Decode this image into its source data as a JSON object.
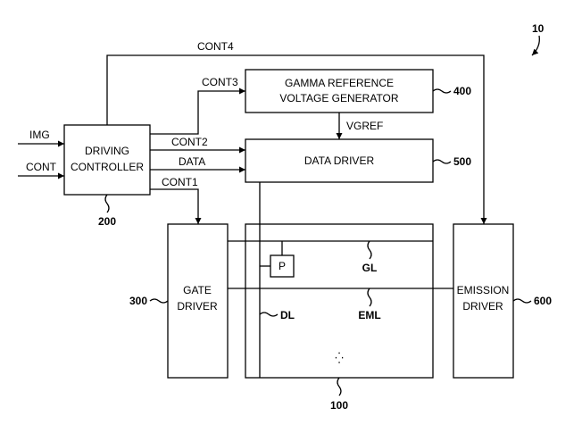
{
  "figure": {
    "ref": "10",
    "blocks": {
      "controller": {
        "lines": [
          "DRIVING",
          "CONTROLLER"
        ],
        "ref": "200"
      },
      "gamma": {
        "lines": [
          "GAMMA REFERENCE",
          "VOLTAGE GENERATOR"
        ],
        "ref": "400"
      },
      "data_driver": {
        "label": "DATA DRIVER",
        "ref": "500"
      },
      "gate_driver": {
        "lines": [
          "GATE",
          "DRIVER"
        ],
        "ref": "300"
      },
      "panel": {
        "ref": "100",
        "dots": "⁛"
      },
      "emission_driver": {
        "lines": [
          "EMISSION",
          "DRIVER"
        ],
        "ref": "600"
      },
      "pixel": {
        "label": "P"
      }
    },
    "signals": {
      "img": "IMG",
      "cont": "CONT",
      "cont1": "CONT1",
      "cont2": "CONT2",
      "cont3": "CONT3",
      "cont4": "CONT4",
      "data": "DATA",
      "vgref": "VGREF"
    },
    "lines": {
      "gl": "GL",
      "eml": "EML",
      "dl": "DL"
    }
  }
}
